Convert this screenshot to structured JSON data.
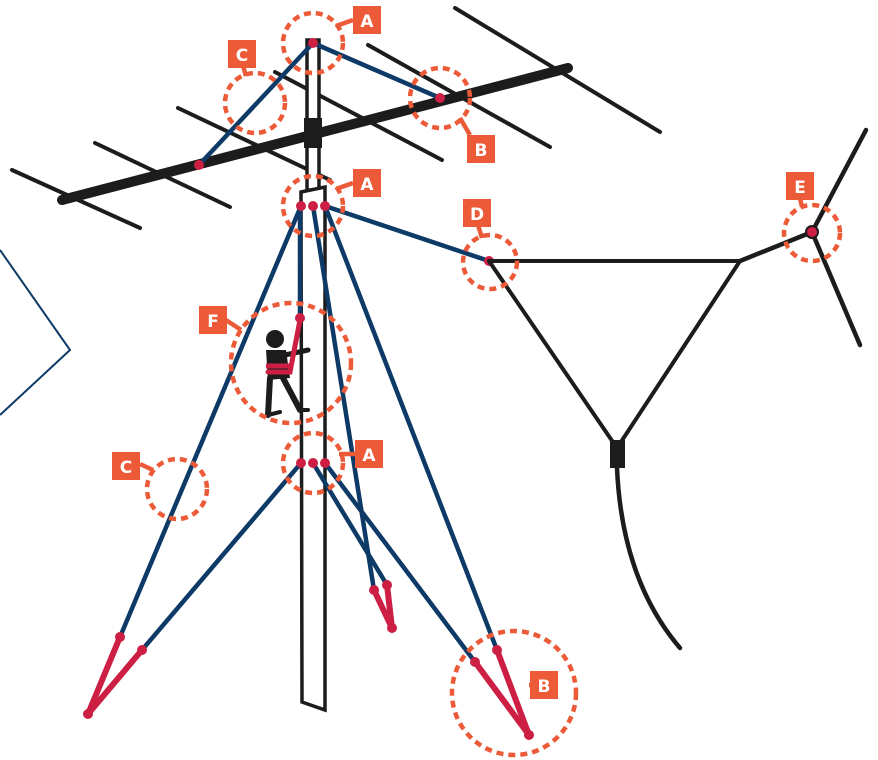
{
  "labels": {
    "a_top": "A",
    "a_mid": "A",
    "a_low": "A",
    "b_top": "B",
    "b_bottom": "B",
    "c_top": "C",
    "c_low": "C",
    "d": "D",
    "e": "E",
    "f": "F"
  },
  "colors": {
    "guy_wire": "#0d3a66",
    "anchor_red": "#cc1f43",
    "callout_orange": "#ec5a38",
    "structure": "#1c1c1c"
  },
  "icons": {
    "climber": "person-climbing-icon",
    "nav_arrow": "chevron-left-icon"
  }
}
